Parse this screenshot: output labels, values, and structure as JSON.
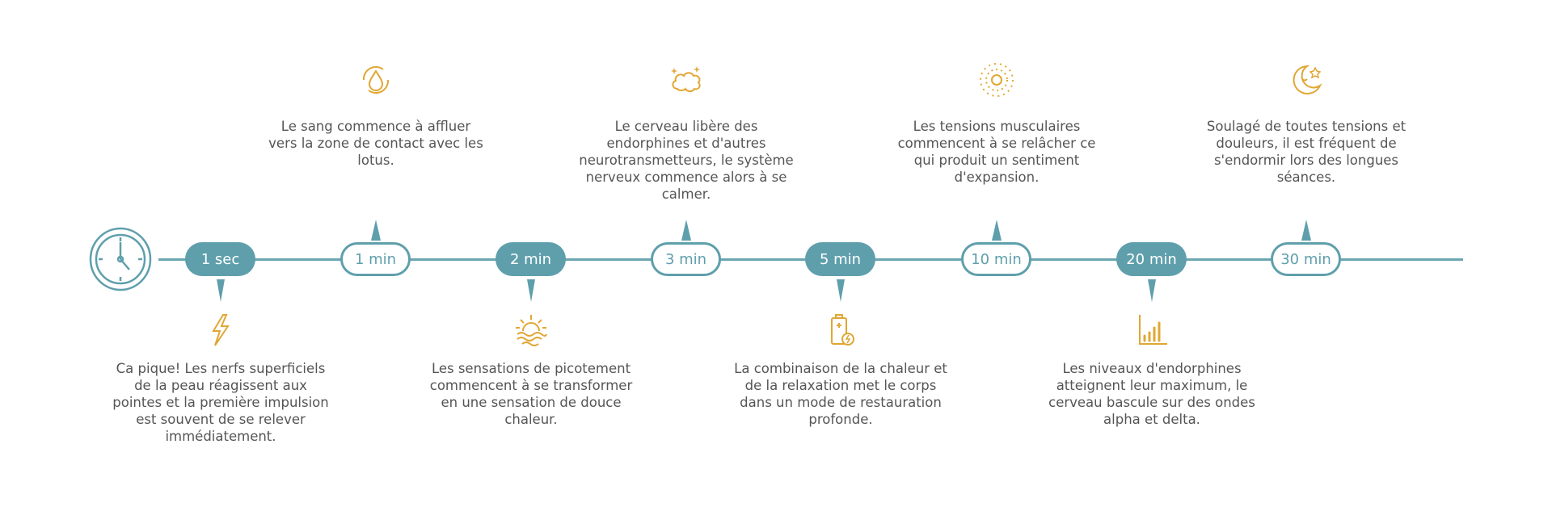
{
  "colors": {
    "accent": "#5f9fac",
    "icon": "#e0a733",
    "text": "#555555"
  },
  "timeline": [
    {
      "label": "1 sec",
      "style": "filled",
      "side": "bottom",
      "icon": "lightning-icon",
      "text": "Ca pique! Les nerfs superficiels de la peau réagissent aux pointes et la première impulsion est souvent de se relever immédiatement."
    },
    {
      "label": "1 min",
      "style": "outline",
      "side": "top",
      "icon": "blood-drop-cycle-icon",
      "text": "Le sang commence à affluer vers la zone de contact avec les lotus."
    },
    {
      "label": "2 min",
      "style": "filled",
      "side": "bottom",
      "icon": "sunset-waves-icon",
      "text": "Les sensations de picotement commencent à se transformer en une sensation de douce chaleur."
    },
    {
      "label": "3 min",
      "style": "outline",
      "side": "top",
      "icon": "brain-sparkle-icon",
      "text": "Le cerveau libère des endorphines et d'autres neurotransmetteurs, le système nerveux commence alors à se calmer."
    },
    {
      "label": "5 min",
      "style": "filled",
      "side": "bottom",
      "icon": "battery-charging-icon",
      "text": "La combinaison de la chaleur et de la relaxation met le corps dans un mode de restauration profonde."
    },
    {
      "label": "10 min",
      "style": "outline",
      "side": "top",
      "icon": "expansion-dots-icon",
      "text": "Les tensions musculaires commencent à se relâcher ce qui produit un sentiment d'expansion."
    },
    {
      "label": "20 min",
      "style": "filled",
      "side": "bottom",
      "icon": "bar-chart-rising-icon",
      "text": "Les niveaux d'endorphines atteignent leur maximum, le cerveau bascule sur des ondes alpha et delta."
    },
    {
      "label": "30 min",
      "style": "outline",
      "side": "top",
      "icon": "moon-star-sleep-icon",
      "text": "Soulagé de toutes tensions et douleurs, il est fréquent de s'endormir lors des longues séances."
    }
  ]
}
